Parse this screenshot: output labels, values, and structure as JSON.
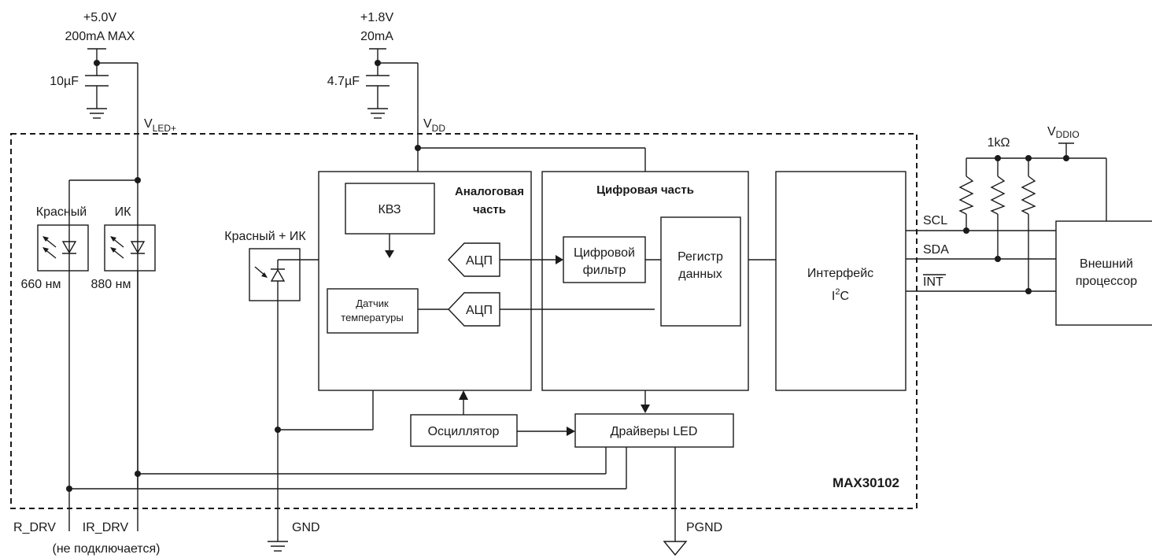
{
  "supply_5v": {
    "voltage": "+5.0V",
    "current": "200mA MAX",
    "cap": "10µF",
    "net": "V",
    "net_sub": "LED+"
  },
  "supply_1v8": {
    "voltage": "+1.8V",
    "current": "20mA",
    "cap": "4.7µF",
    "net": "V",
    "net_sub": "DD"
  },
  "chip": {
    "name": "MAX30102"
  },
  "leds": {
    "red_label": "Красный",
    "ir_label": "ИК",
    "red_wavelength": "660 нм",
    "ir_wavelength": "880 нм",
    "photodiode_label": "Красный + ИК"
  },
  "analog": {
    "title_line1": "Аналоговая",
    "title_line2": "часть",
    "kvz": "КВЗ",
    "adc1": "АЦП",
    "adc2": "АЦП",
    "temp_line1": "Датчик",
    "temp_line2": "температуры"
  },
  "digital": {
    "title": "Цифровая часть",
    "filter_line1": "Цифровой",
    "filter_line2": "фильтр",
    "register_line1": "Регистр",
    "register_line2": "данных"
  },
  "interface": {
    "line1": "Интерфейс",
    "i": "I",
    "sup": "2",
    "c": "C"
  },
  "oscillator": "Осциллятор",
  "led_drivers": "Драйверы LED",
  "pins": {
    "r_drv": "R_DRV",
    "ir_drv": "IR_DRV",
    "not_connected": "(не подключается)",
    "gnd": "GND",
    "pgnd": "PGND"
  },
  "bus": {
    "resistor": "1kΩ",
    "vddio": "V",
    "vddio_sub": "DDIO",
    "scl": "SCL",
    "sda": "SDA",
    "int": "INT"
  },
  "external": {
    "line1": "Внешний",
    "line2": "процессор"
  }
}
